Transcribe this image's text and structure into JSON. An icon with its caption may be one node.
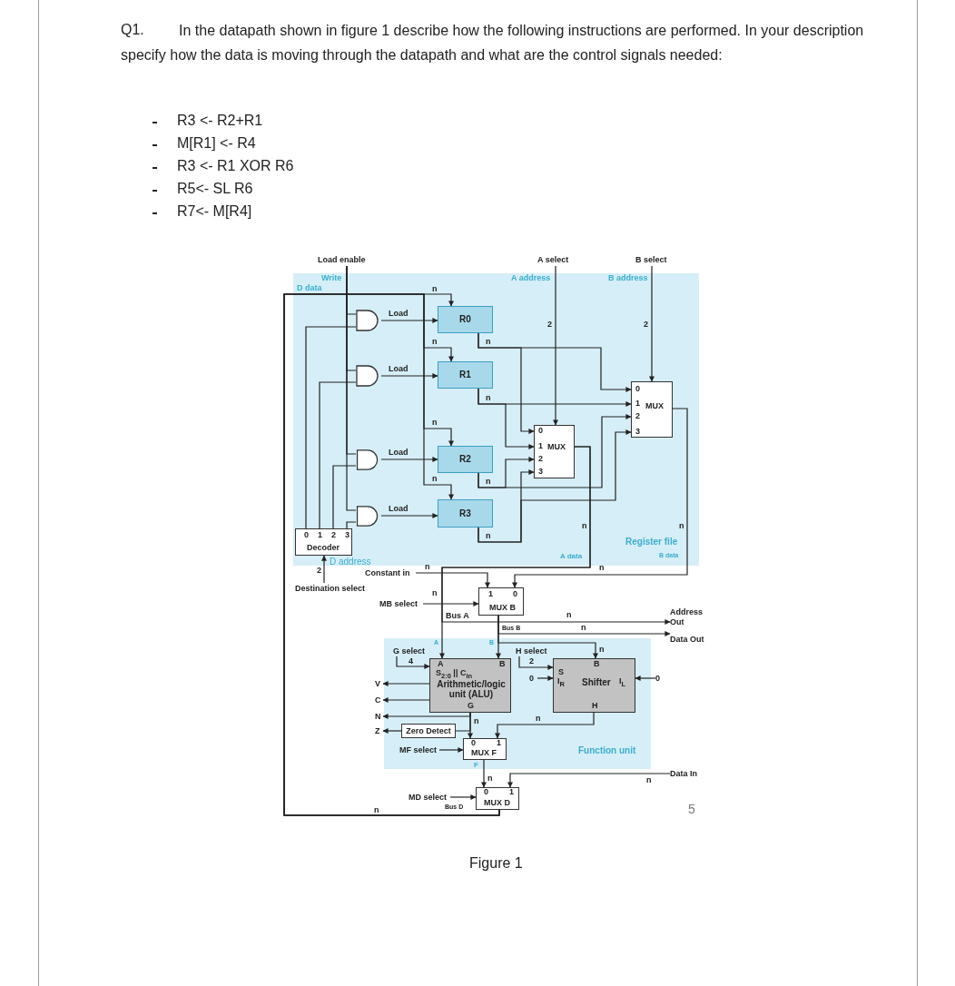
{
  "diagram": {
    "nodes": [
      {
        "text": [
          "Load enable"
        ]
      },
      {
        "text": [
          "A select"
        ]
      },
      {
        "text": [
          "B select"
        ]
      },
      {
        "text": [
          "Register file"
        ]
      },
      {
        "text": [],
        "shape": "gate",
        "in": 3
      },
      {
        "text": [
          "R0"
        ],
        "in": 3
      },
      {
        "text": [],
        "shape": "gate",
        "in": 3
      },
      {
        "text": [
          "R1"
        ],
        "in": 3
      },
      {
        "text": [],
        "shape": "gate",
        "in": 3
      },
      {
        "text": [
          "R2"
        ],
        "in": 3
      },
      {
        "text": [],
        "shape": "gate",
        "in": 3
      },
      {
        "text": [
          "R3"
        ],
        "in": 3
      },
      {
        "text": [
          "0",
          "1",
          "2",
          "3",
          "MUX"
        ],
        "in": 3
      },
      {
        "text": [
          "0",
          "1",
          "2",
          "3",
          "MUX"
        ],
        "in": 3
      },
      {
        "text": [
          "0",
          "1",
          "2",
          "3",
          "Decoder"
        ],
        "in": 3
      },
      {
        "text": [
          "Destination select"
        ]
      },
      {
        "text": [
          "Constant in"
        ]
      },
      {
        "text": [
          "MB select"
        ]
      },
      {
        "text": [
          "1",
          "0",
          "MUX B"
        ]
      },
      {
        "text": [
          "Address Out"
        ]
      },
      {
        "text": [
          "Data Out"
        ]
      },
      {
        "text": [
          "Function unit"
        ]
      },
      {
        "text": [
          "G select"
        ],
        "in": 21
      },
      {
        "text": [
          "A",
          "B",
          "S$_{2:0}$ || C$_{in}$",
          "Arithmetic/logic unit (ALU)",
          "G"
        ],
        "in": 21
      },
      {
        "text": [
          "H select"
        ],
        "in": 21
      },
      {
        "text": [
          "0"
        ],
        "in": 21
      },
      {
        "text": [
          "S",
          "B",
          "I$_{R}$",
          "Shifter",
          "I$_{L}$",
          "H"
        ],
        "in": 21
      },
      {
        "text": [
          "0"
        ]
      },
      {
        "text": [
          "V"
        ]
      },
      {
        "text": [
          "C"
        ]
      },
      {
        "text": [
          "N"
        ]
      },
      {
        "text": [
          "Z"
        ]
      },
      {
        "text": [
          "Zero Detect"
        ],
        "in": 21
      },
      {
        "text": [
          "MF select"
        ],
        "in": 21
      },
      {
        "text": [
          "0",
          "1",
          "MUX F"
        ],
        "in": 21
      },
      {
        "text": [
          "Data In"
        ]
      },
      {
        "text": [
          "MD select"
        ]
      },
      {
        "text": [
          "0",
          "1",
          "MUX D"
        ]
      }
    ],
    "edges": [
      {
        "from": 14,
        "to": 4,
        "arrow": "none"
      },
      {
        "from": 14,
        "to": 6,
        "arrow": "none"
      },
      {
        "from": 14,
        "to": 8,
        "arrow": "none"
      },
      {
        "from": 14,
        "to": 10,
        "arrow": "none"
      },
      {
        "from": 0,
        "to": 4,
        "arrow": "none"
      },
      {
        "from": 0,
        "to": 6,
        "arrow": "none"
      },
      {
        "from": 0,
        "to": 8,
        "arrow": "none"
      },
      {
        "from": 0,
        "to": 10,
        "arrow": "none"
      },
      {
        "from": 4,
        "to": 5,
        "arrow": "to",
        "label": "Load"
      },
      {
        "from": 6,
        "to": 7,
        "arrow": "to",
        "label": "Load"
      },
      {
        "from": 8,
        "to": 9,
        "arrow": "to",
        "label": "Load"
      },
      {
        "from": 10,
        "to": 11,
        "arrow": "to",
        "label": "Load"
      },
      {
        "from": 37,
        "to": 5,
        "arrow": "to"
      },
      {
        "from": 37,
        "to": 7,
        "arrow": "to"
      },
      {
        "from": 37,
        "to": 9,
        "arrow": "to"
      },
      {
        "from": 37,
        "to": 11,
        "arrow": "to"
      },
      {
        "from": 5,
        "to": 12,
        "arrow": "to"
      },
      {
        "from": 5,
        "to": 13,
        "arrow": "to"
      },
      {
        "from": 7,
        "to": 12,
        "arrow": "to"
      },
      {
        "from": 7,
        "to": 13,
        "arrow": "to"
      },
      {
        "from": 9,
        "to": 12,
        "arrow": "to"
      },
      {
        "from": 9,
        "to": 13,
        "arrow": "to"
      },
      {
        "from": 11,
        "to": 12,
        "arrow": "to"
      },
      {
        "from": 11,
        "to": 13,
        "arrow": "to"
      },
      {
        "from": 1,
        "to": 12,
        "arrow": "to"
      },
      {
        "from": 2,
        "to": 13,
        "arrow": "to"
      },
      {
        "from": 15,
        "to": 14,
        "arrow": "to"
      },
      {
        "from": 12,
        "to": 23,
        "arrow": "to"
      },
      {
        "from": 12,
        "to": 19,
        "arrow": "to"
      },
      {
        "from": 13,
        "to": 18,
        "arrow": "to"
      },
      {
        "from": 16,
        "to": 18,
        "arrow": "to"
      },
      {
        "from": 17,
        "to": 18,
        "arrow": "to"
      },
      {
        "from": 18,
        "to": 23,
        "arrow": "to"
      },
      {
        "from": 18,
        "to": 26,
        "arrow": "to"
      },
      {
        "from": 18,
        "to": 20,
        "arrow": "to"
      },
      {
        "from": 22,
        "to": 23,
        "arrow": "to"
      },
      {
        "from": 24,
        "to": 26,
        "arrow": "to"
      },
      {
        "from": 25,
        "to": 26,
        "arrow": "to"
      },
      {
        "from": 27,
        "to": 26,
        "arrow": "to"
      },
      {
        "from": 23,
        "to": 28,
        "arrow": "to"
      },
      {
        "from": 23,
        "to": 29,
        "arrow": "to"
      },
      {
        "from": 23,
        "to": 30,
        "arrow": "to"
      },
      {
        "from": 23,
        "to": 32,
        "arrow": "none"
      },
      {
        "from": 32,
        "to": 31,
        "arrow": "to"
      },
      {
        "from": 23,
        "to": 34,
        "arrow": "to"
      },
      {
        "from": 26,
        "to": 34,
        "arrow": "to"
      },
      {
        "from": 33,
        "to": 34,
        "arrow": "to"
      },
      {
        "from": 34,
        "to": 37,
        "arrow": "to"
      },
      {
        "from": 35,
        "to": 37,
        "arrow": "to"
      },
      {
        "from": 36,
        "to": 37,
        "arrow": "to"
      }
    ],
    "labels": [
      "Q1.",
      "In the datapath shown in figure 1 describe how the following instructions are performed. In your description specify how the data is moving through the datapath and what are the control signals needed:",
      "R3 <- R2+R1",
      "M[R1] <- R4",
      "R3 <- R1 XOR R6",
      "R5<- SL R6",
      "R7<- M[R4]",
      "Write",
      "D data",
      "n",
      "A address",
      "B address",
      "2",
      "2",
      "n",
      "n",
      "n",
      "n",
      "n",
      "n",
      "n",
      "n",
      "n",
      "A data",
      "B data",
      "D address",
      "2",
      "n",
      "n",
      "n",
      "Bus A",
      "n",
      "Bus B",
      "n",
      "A",
      "B",
      "n",
      "4",
      "2",
      "n",
      "n",
      "F",
      "n",
      "n",
      "Bus D",
      "n",
      "5",
      "Figure 1"
    ]
  }
}
